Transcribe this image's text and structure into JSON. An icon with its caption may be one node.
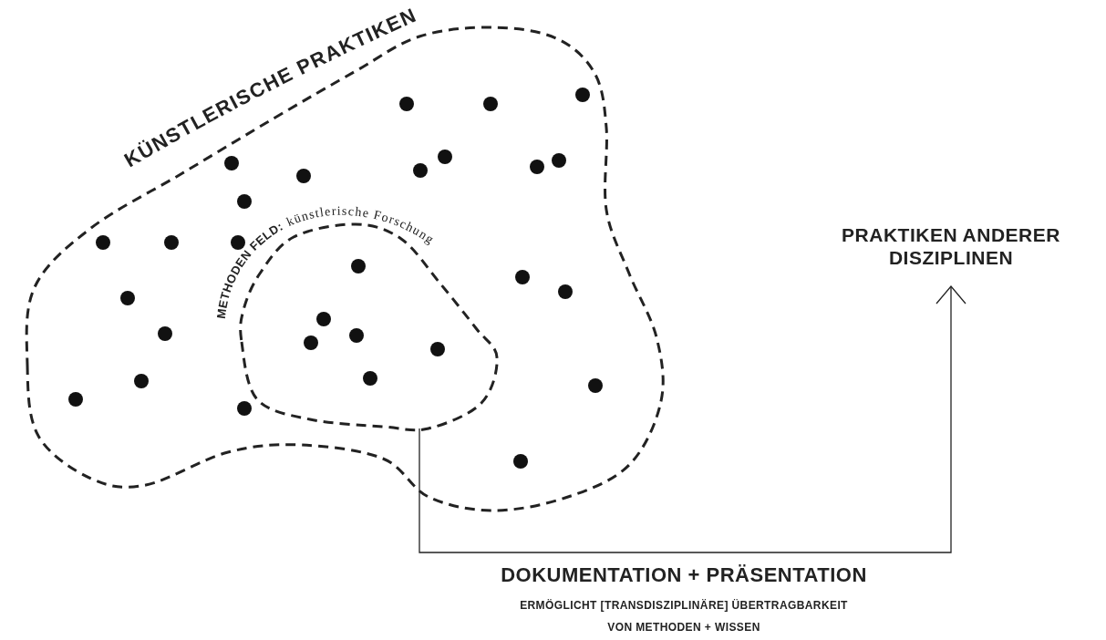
{
  "diagram": {
    "nodes": [
      {
        "text": [
          "KÜNSTLERISCHE PRAKTIKEN"
        ]
      },
      {
        "text": [
          "METHODEN FELD:",
          "künstlerische Forschung"
        ],
        "in": 0
      },
      {
        "text": [
          "PRAKTIKEN ANDERER DISZIPLINEN"
        ]
      },
      {
        "text": [],
        "shape": "circle",
        "in": 0
      },
      {
        "text": [],
        "shape": "circle",
        "in": 0
      },
      {
        "text": [],
        "shape": "circle",
        "in": 0
      },
      {
        "text": [],
        "shape": "circle",
        "in": 0
      },
      {
        "text": [],
        "shape": "circle",
        "in": 0
      },
      {
        "text": [],
        "shape": "circle",
        "in": 0
      },
      {
        "text": [],
        "shape": "circle",
        "in": 0
      },
      {
        "text": [],
        "shape": "circle",
        "in": 0
      },
      {
        "text": [],
        "shape": "circle",
        "in": 0
      },
      {
        "text": [],
        "shape": "circle",
        "in": 0
      },
      {
        "text": [],
        "shape": "circle",
        "in": 0
      },
      {
        "text": [],
        "shape": "circle",
        "in": 0
      },
      {
        "text": [],
        "shape": "circle",
        "in": 0
      },
      {
        "text": [],
        "shape": "circle",
        "in": 1
      },
      {
        "text": [],
        "shape": "circle",
        "in": 0
      },
      {
        "text": [],
        "shape": "circle",
        "in": 0
      },
      {
        "text": [],
        "shape": "circle",
        "in": 0
      },
      {
        "text": [],
        "shape": "circle",
        "in": 1
      },
      {
        "text": [],
        "shape": "circle",
        "in": 0
      },
      {
        "text": [],
        "shape": "circle",
        "in": 1
      },
      {
        "text": [],
        "shape": "circle",
        "in": 1
      },
      {
        "text": [],
        "shape": "circle",
        "in": 1
      },
      {
        "text": [],
        "shape": "circle",
        "in": 1
      },
      {
        "text": [],
        "shape": "circle",
        "in": 0
      },
      {
        "text": [],
        "shape": "circle",
        "in": 0
      },
      {
        "text": [],
        "shape": "circle",
        "in": 0
      },
      {
        "text": [],
        "shape": "circle",
        "in": 0
      },
      {
        "text": [],
        "shape": "circle",
        "in": 0
      }
    ],
    "edges": [
      {
        "from": 1,
        "to": 2,
        "arrow": "to",
        "label": "DOKUMENTATION + PRÄSENTATION"
      }
    ],
    "labels": [
      "ERMÖGLICHT [TRANSDISZIPLINÄRE] ÜBERTRAGBARKEIT VON METHODEN + WISSEN"
    ]
  }
}
